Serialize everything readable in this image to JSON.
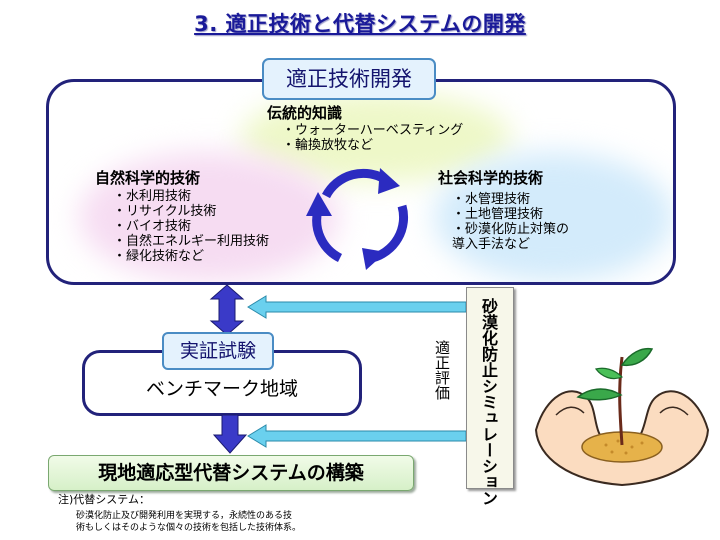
{
  "title": "3. 適正技術と代替システムの開発",
  "tech_dev": {
    "label": "適正技術開発",
    "traditional": {
      "heading": "伝統的知識",
      "items": [
        "・ウォーターハーベスティング",
        "・輪換放牧など"
      ]
    },
    "natural": {
      "heading": "自然科学的技術",
      "items": [
        "・水利用技術",
        "・リサイクル技術",
        "・バイオ技術",
        "・自然エネルギー利用技術",
        "・緑化技術など"
      ]
    },
    "social": {
      "heading": "社会科学的技術",
      "items": [
        "・水管理技術",
        "・土地管理技術",
        "・砂漠化防止対策の",
        "導入手法など"
      ]
    }
  },
  "proof": {
    "label": "実証試験",
    "body": "ベンチマーク地域"
  },
  "build": {
    "label": "現地適応型代替システムの構築"
  },
  "evaluation": {
    "label": "適正評価"
  },
  "simulation": {
    "label": "砂漠化防止シミュレーション"
  },
  "note": {
    "heading": "注)代替システム：",
    "lines": [
      "砂漠化防止及び開発利用を実現する，永続性のある技",
      "術もしくはそのような個々の技術を包括した技術体系。"
    ]
  },
  "colors": {
    "frame": "#22227a",
    "arrow_blue": "#3a3ac8",
    "arrow_cyan": "#6ad0ee",
    "cycle": "#2b2bc0"
  },
  "icons": {
    "cycle": "circular-arrows-icon",
    "plant": "hands-holding-seedling-icon"
  }
}
